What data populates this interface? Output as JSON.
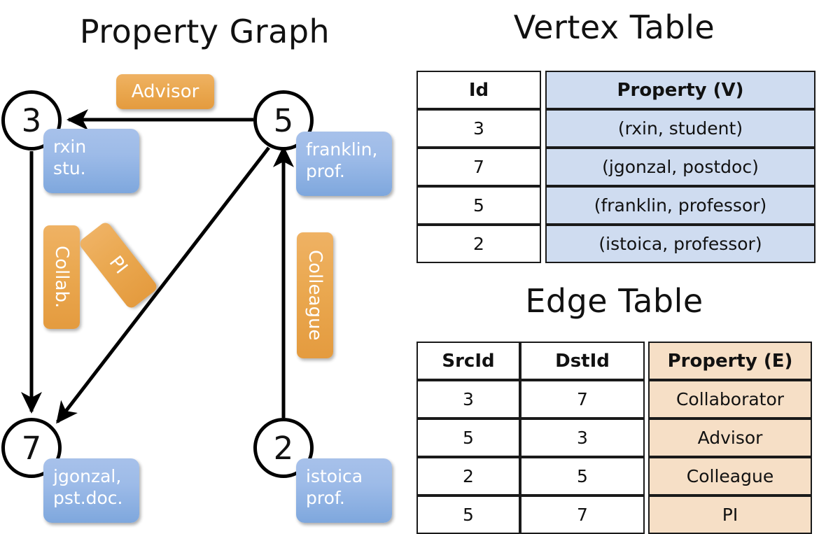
{
  "titles": {
    "property_graph": "Property Graph",
    "vertex_table": "Vertex Table",
    "edge_table": "Edge Table"
  },
  "graph": {
    "nodes": [
      {
        "id": "3",
        "label": "3",
        "property_lines": [
          "rxin",
          "stu."
        ]
      },
      {
        "id": "5",
        "label": "5",
        "property_lines": [
          "franklin,",
          "prof."
        ]
      },
      {
        "id": "7",
        "label": "7",
        "property_lines": [
          "jgonzal,",
          "pst.doc."
        ]
      },
      {
        "id": "2",
        "label": "2",
        "property_lines": [
          "istoica",
          "prof."
        ]
      }
    ],
    "property_boxes": {
      "rxin": "rxin\nstu.",
      "rxin_line1": "rxin",
      "rxin_line2": "stu.",
      "franklin_line1": "franklin,",
      "franklin_line2": "prof.",
      "jgonzal_line1": "jgonzal,",
      "jgonzal_line2": "pst.doc.",
      "istoica_line1": "istoica",
      "istoica_line2": "prof."
    },
    "edge_labels": {
      "advisor": "Advisor",
      "collab": "Collab.",
      "pi": "PI",
      "colleague": "Colleague"
    },
    "edges": [
      {
        "src": "5",
        "dst": "3",
        "label": "Advisor"
      },
      {
        "src": "3",
        "dst": "7",
        "label": "Collab."
      },
      {
        "src": "5",
        "dst": "7",
        "label": "PI"
      },
      {
        "src": "2",
        "dst": "5",
        "label": "Colleague"
      }
    ]
  },
  "vertex_table": {
    "headers": [
      "Id",
      "Property (V)"
    ],
    "rows": [
      [
        "3",
        "(rxin, student)"
      ],
      [
        "7",
        "(jgonzal, postdoc)"
      ],
      [
        "5",
        "(franklin, professor)"
      ],
      [
        "2",
        "(istoica, professor)"
      ]
    ]
  },
  "edge_table": {
    "headers": [
      "SrcId",
      "DstId",
      "Property (E)"
    ],
    "rows": [
      [
        "3",
        "7",
        "Collaborator"
      ],
      [
        "5",
        "3",
        "Advisor"
      ],
      [
        "2",
        "5",
        "Colleague"
      ],
      [
        "5",
        "7",
        "PI"
      ]
    ]
  },
  "colors": {
    "vertex_property_fill": "#cfdcf0",
    "edge_property_fill": "#f6dfc6",
    "node_bubble_blue": "#9dbbe8",
    "edge_chip_orange": "#eaa850",
    "stroke": "#000000"
  }
}
